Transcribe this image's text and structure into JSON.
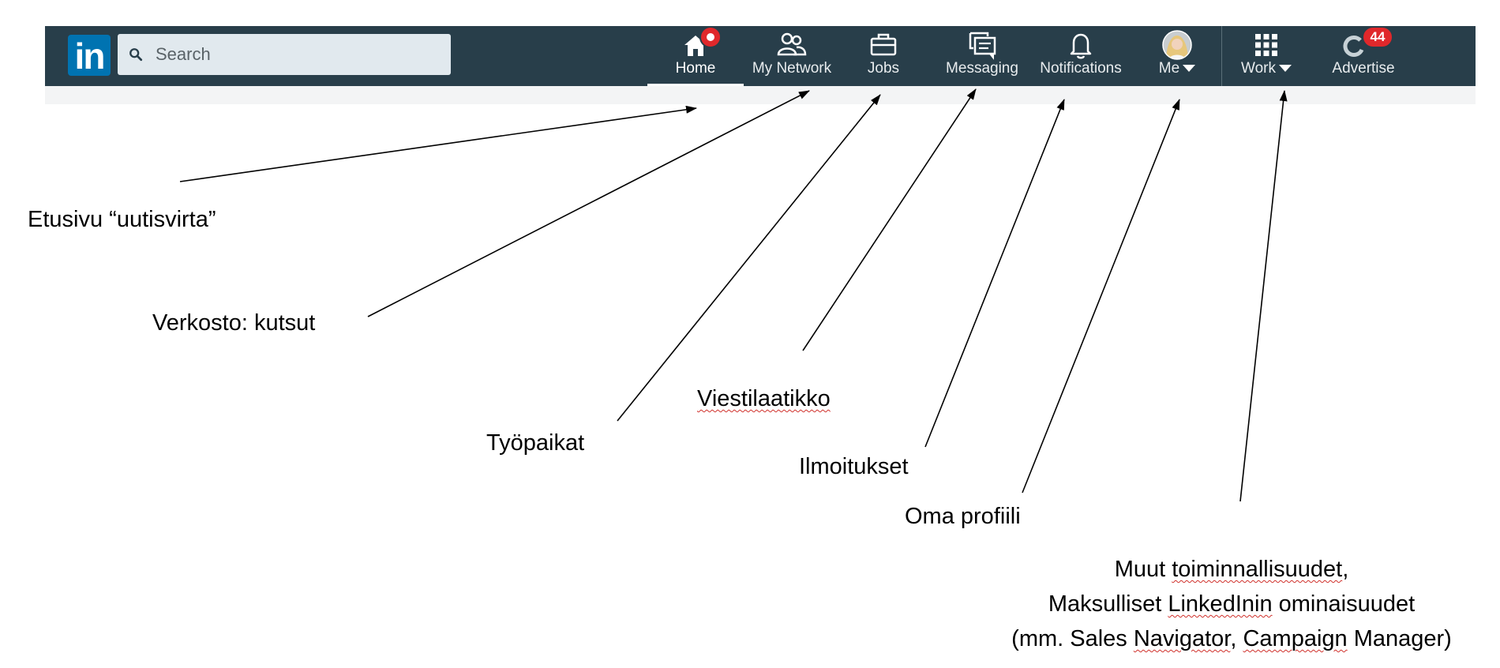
{
  "navbar": {
    "logo_text": "in",
    "search_placeholder": "Search",
    "items": [
      {
        "label": "Home",
        "icon": "home-icon",
        "active": true
      },
      {
        "label": "My Network",
        "icon": "network-icon"
      },
      {
        "label": "Jobs",
        "icon": "briefcase-icon"
      },
      {
        "label": "Messaging",
        "icon": "messaging-icon"
      },
      {
        "label": "Notifications",
        "icon": "bell-icon"
      },
      {
        "label": "Me",
        "icon": "avatar"
      },
      {
        "label": "Work",
        "icon": "grid-icon"
      },
      {
        "label": "Advertise",
        "icon": "advertise-icon"
      }
    ],
    "advertise_badge": "44"
  },
  "annotations": {
    "home": "Etusivu “uutisvirta”",
    "network": "Verkosto: kutsut",
    "jobs": "Työpaikat",
    "messaging": "Viestilaatikko",
    "notifications": "Ilmoitukset",
    "profile": "Oma profiili",
    "more": {
      "line1_a": "Muut ",
      "line1_b": "toiminnallisuudet",
      "line1_c": ",",
      "line2_a": "Maksulliset ",
      "line2_b": "LinkedInin",
      "line2_c": " ominaisuudet",
      "line3_a": "(mm. Sales ",
      "line3_b": "Navigator",
      "line3_c": ", ",
      "line3_d": "Campaign",
      "line3_e": " Manager)"
    }
  },
  "colors": {
    "navbar_bg": "#283e4a",
    "logo_bg": "#0073b1",
    "badge_red": "#e0282b"
  }
}
